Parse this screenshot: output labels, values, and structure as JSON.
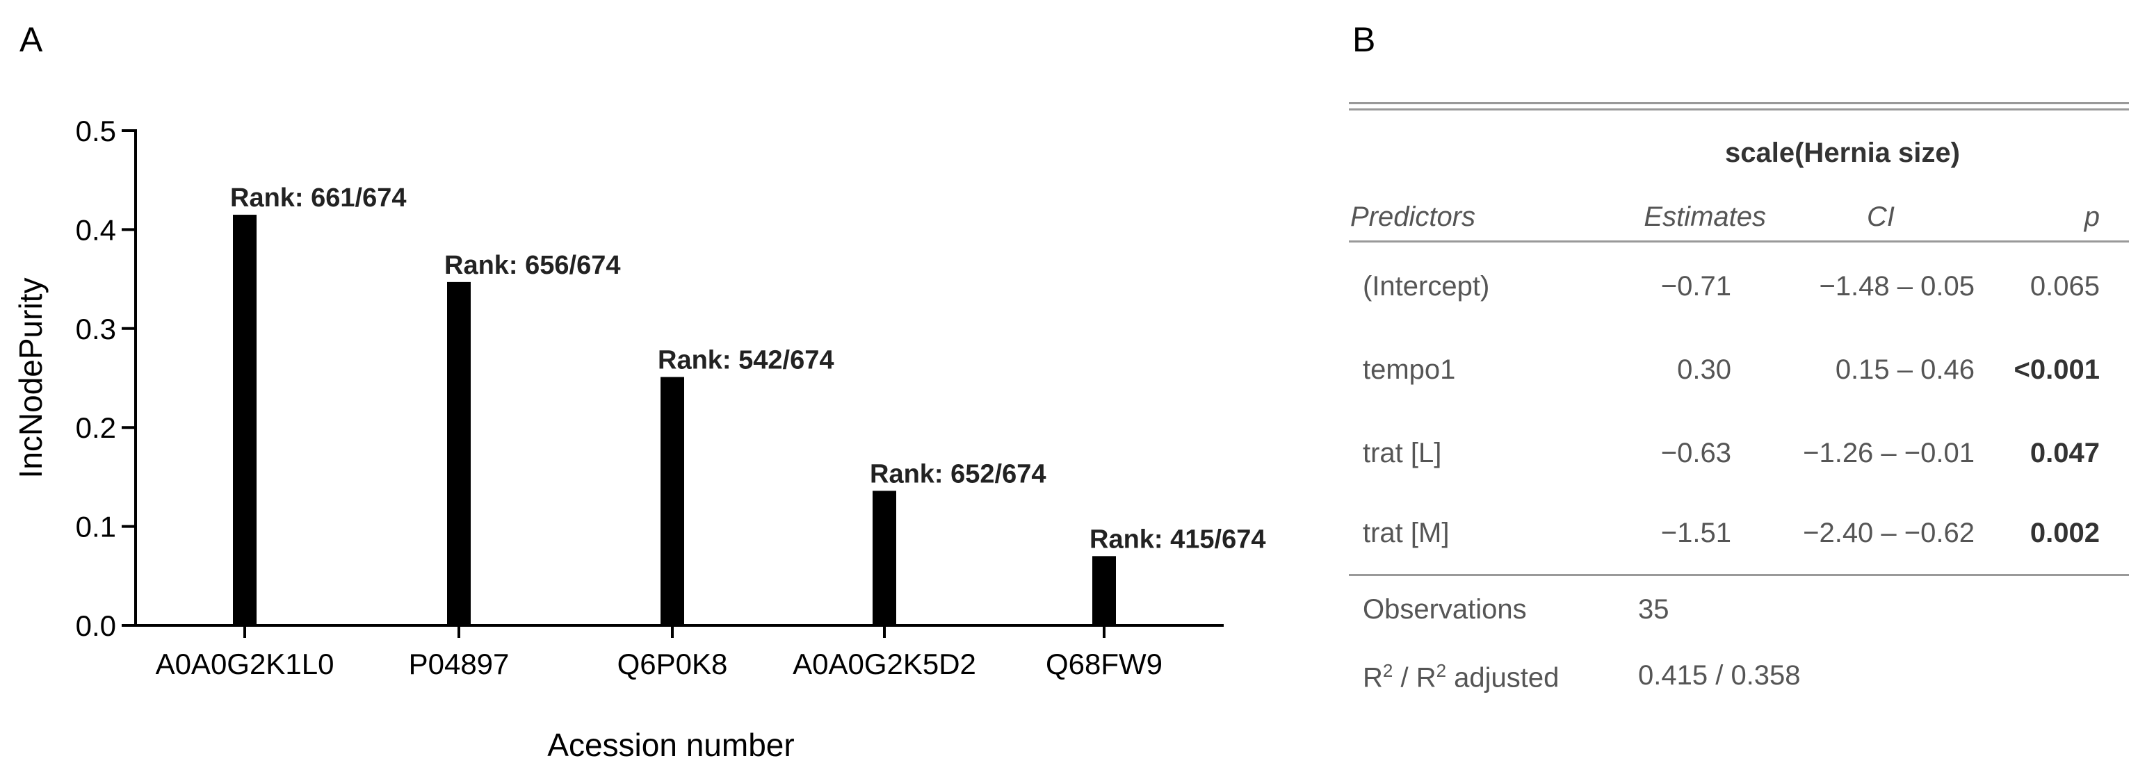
{
  "panels": {
    "a": "A",
    "b": "B"
  },
  "chart_data": {
    "type": "bar",
    "categories": [
      "A0A0G2K1L0",
      "P04897",
      "Q6P0K8",
      "A0A0G2K5D2",
      "Q68FW9"
    ],
    "values": [
      0.415,
      0.347,
      0.251,
      0.136,
      0.07
    ],
    "data_labels": [
      "Rank: 661/674",
      "Rank: 656/674",
      "Rank: 542/674",
      "Rank: 652/674",
      "Rank: 415/674"
    ],
    "xlabel": "Acession number",
    "ylabel": "IncNodePurity",
    "ylim": [
      0,
      0.5
    ],
    "yticks": [
      "0.0",
      "0.1",
      "0.2",
      "0.3",
      "0.4",
      "0.5"
    ],
    "grid": false,
    "bar_color": "#000000"
  },
  "table": {
    "dependent": "scale(Hernia size)",
    "headers": {
      "predictors": "Predictors",
      "estimates": "Estimates",
      "ci": "CI",
      "p": "p"
    },
    "rows": [
      {
        "predictor": "(Intercept)",
        "estimate": "−0.71",
        "ci": "−1.48 – 0.05",
        "p": "0.065",
        "p_bold": false
      },
      {
        "predictor": "tempo1",
        "estimate": "0.30",
        "ci": "0.15 – 0.46",
        "p": "<0.001",
        "p_bold": true
      },
      {
        "predictor": "trat [L]",
        "estimate": "−0.63",
        "ci": "−1.26 – −0.01",
        "p": "0.047",
        "p_bold": true
      },
      {
        "predictor": "trat [M]",
        "estimate": "−1.51",
        "ci": "−2.40 – −0.62",
        "p": "0.002",
        "p_bold": true
      }
    ],
    "observations_label": "Observations",
    "observations_value": "35",
    "r2_label_r": "R",
    "r2_label_sup1": "2",
    "r2_label_mid": " / R",
    "r2_label_sup2": "2",
    "r2_label_end": " adjusted",
    "r2_value": "0.415 / 0.358"
  }
}
